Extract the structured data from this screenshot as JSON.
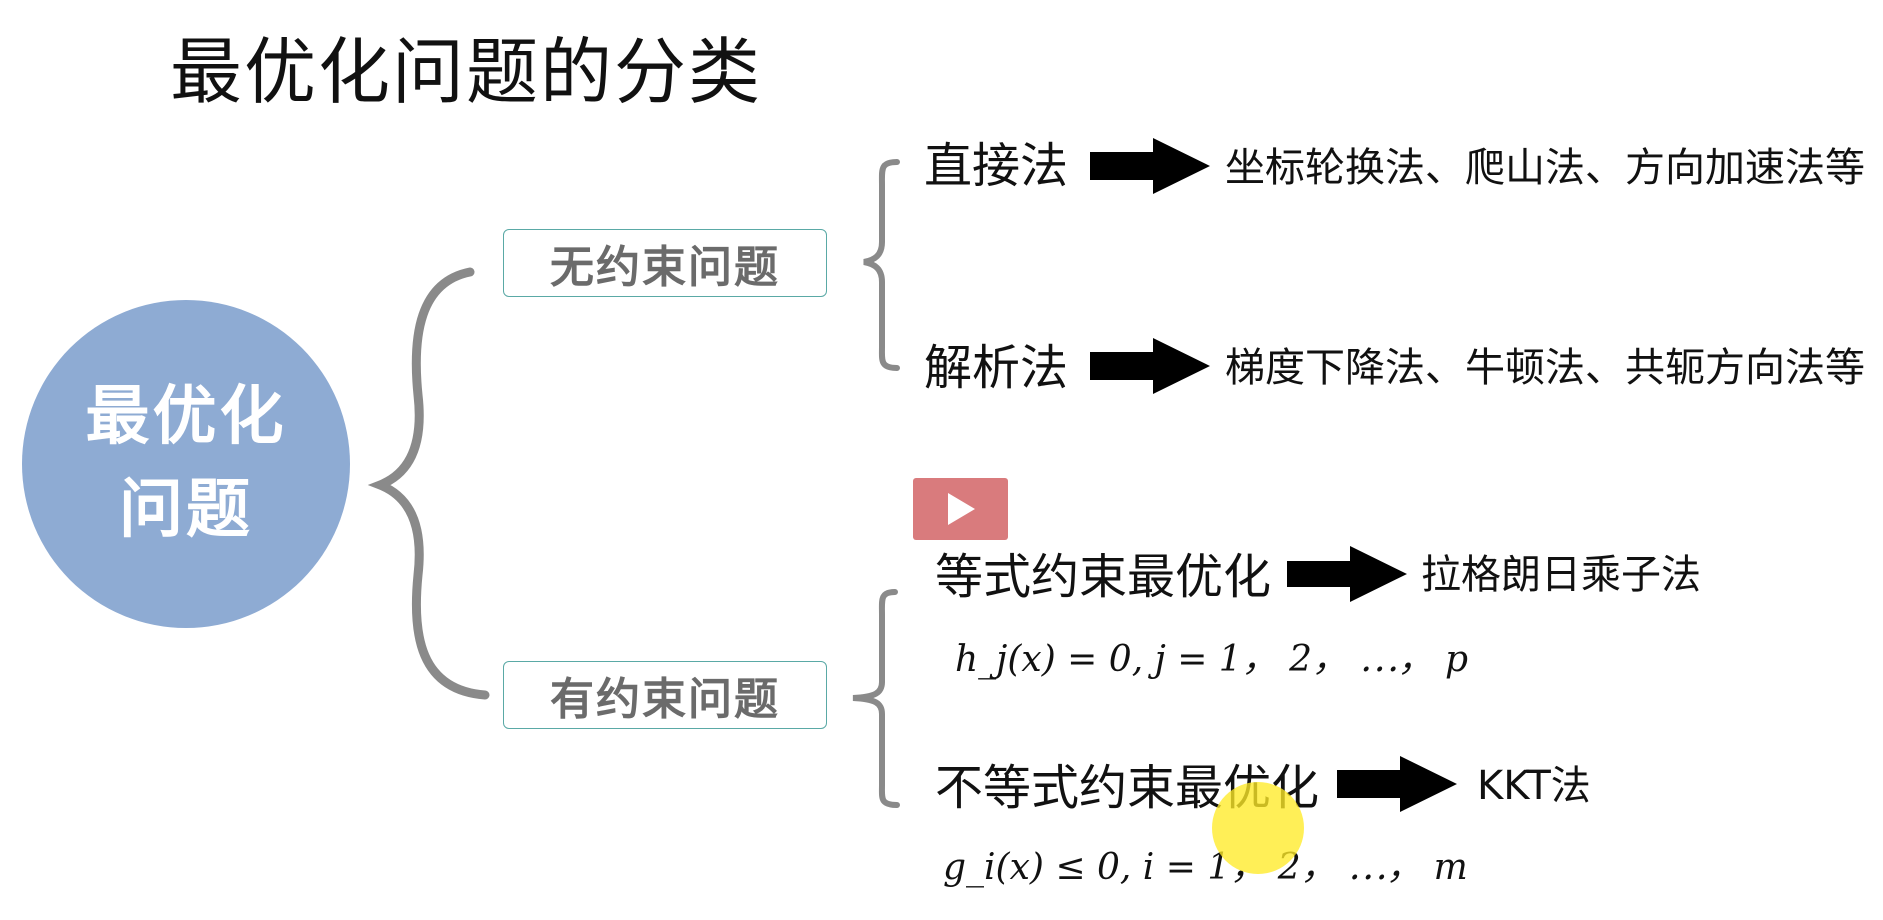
{
  "slide": {
    "title": "最优化问题的分类",
    "root": "最优化\n问题",
    "categories": {
      "unconstrained": {
        "label": "无约束问题",
        "methods": [
          {
            "name": "直接法",
            "result": "坐标轮换法、爬山法、方向加速法等"
          },
          {
            "name": "解析法",
            "result": "梯度下降法、牛顿法、共轭方向法等"
          }
        ]
      },
      "constrained": {
        "label": "有约束问题",
        "methods": [
          {
            "name": "等式约束最优化",
            "result": "拉格朗日乘子法",
            "formula": "h_j(x) = 0, j = 1， 2， ⋯， p"
          },
          {
            "name": "不等式约束最优化",
            "result": "KKT法",
            "formula": "g_i(x) ≤ 0, i = 1， 2， ⋯， m"
          }
        ]
      }
    }
  },
  "colors": {
    "circle": "#8eabd3",
    "box_border": "#5aa9a6",
    "box_text": "#6b6b6b",
    "brace": "#8a8a8a",
    "play_button": "#d97b7d",
    "cursor_highlight": "#ffeb28"
  },
  "icons": {
    "play": "play-icon",
    "arrow": "right-arrow-icon"
  }
}
